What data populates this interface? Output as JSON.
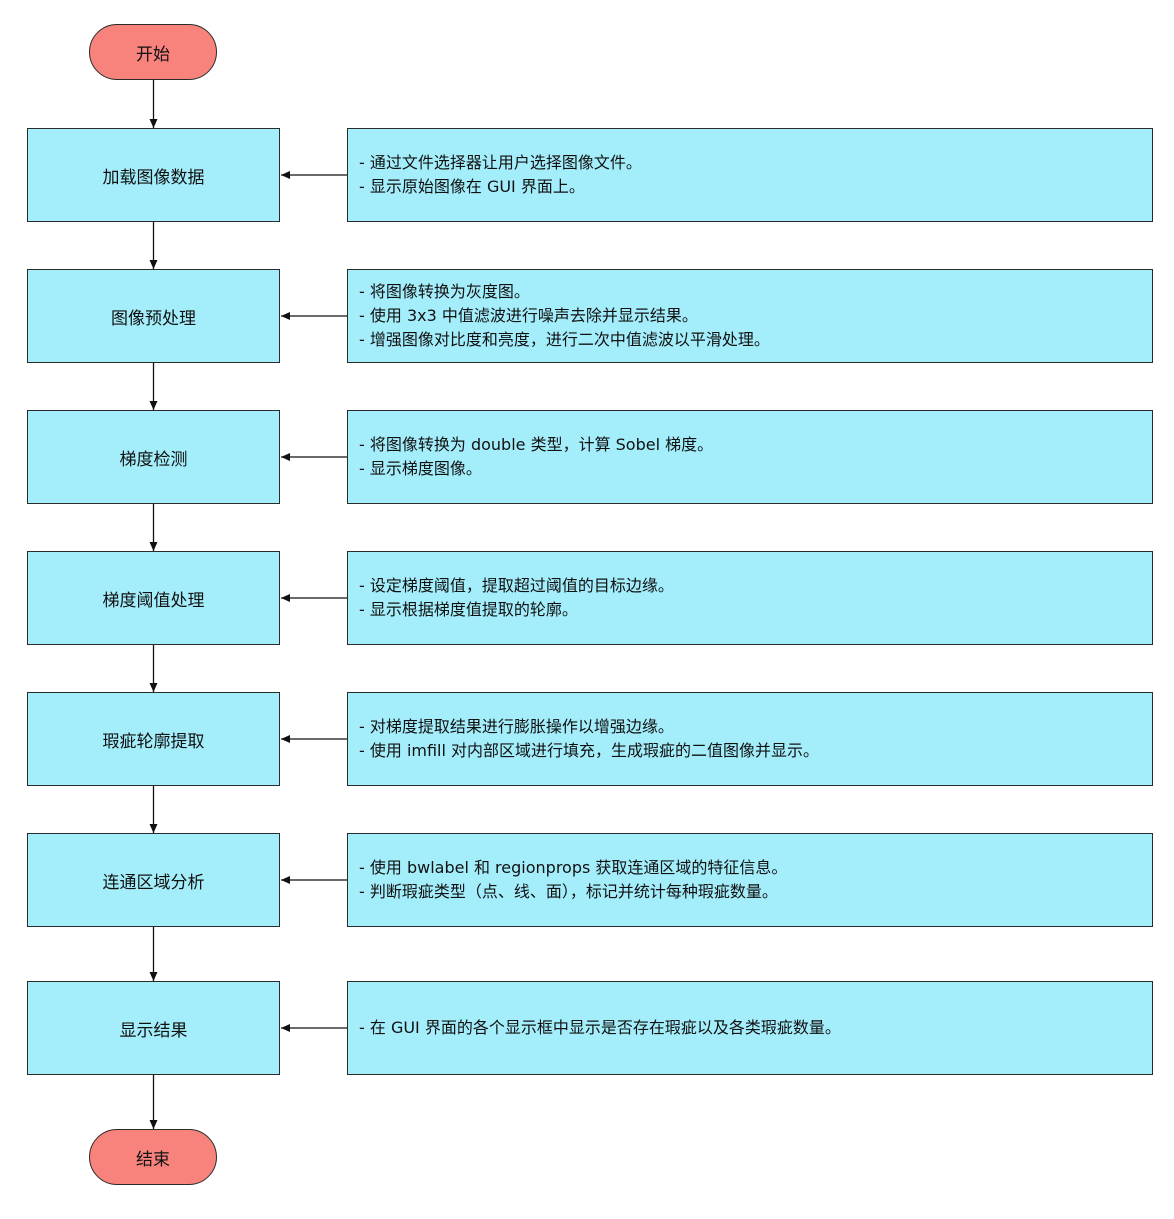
{
  "flowchart": {
    "start": "开始",
    "end": "结束",
    "steps": [
      {
        "label": "加载图像数据",
        "notes": [
          "- 通过文件选择器让用户选择图像文件。",
          "- 显示原始图像在 GUI 界面上。"
        ]
      },
      {
        "label": "图像预处理",
        "notes": [
          "- 将图像转换为灰度图。",
          "- 使用 3x3 中值滤波进行噪声去除并显示结果。",
          "- 增强图像对比度和亮度，进行二次中值滤波以平滑处理。"
        ]
      },
      {
        "label": "梯度检测",
        "notes": [
          "- 将图像转换为 double 类型，计算 Sobel 梯度。",
          "- 显示梯度图像。"
        ]
      },
      {
        "label": "梯度阈值处理",
        "notes": [
          "- 设定梯度阈值，提取超过阈值的目标边缘。",
          "- 显示根据梯度值提取的轮廓。"
        ]
      },
      {
        "label": "瑕疵轮廓提取",
        "notes": [
          "- 对梯度提取结果进行膨胀操作以增强边缘。",
          "- 使用 imfill 对内部区域进行填充，生成瑕疵的二值图像并显示。"
        ]
      },
      {
        "label": "连通区域分析",
        "notes": [
          "- 使用 bwlabel 和 regionprops 获取连通区域的特征信息。",
          "- 判断瑕疵类型（点、线、面），标记并统计每种瑕疵数量。"
        ]
      },
      {
        "label": "显示结果",
        "notes": [
          "- 在 GUI 界面的各个显示框中显示是否存在瑕疵以及各类瑕疵数量。"
        ]
      }
    ]
  },
  "colors": {
    "terminal_fill": "#f8827c",
    "box_fill": "#a4eefc",
    "stroke": "#2b2b2b"
  }
}
